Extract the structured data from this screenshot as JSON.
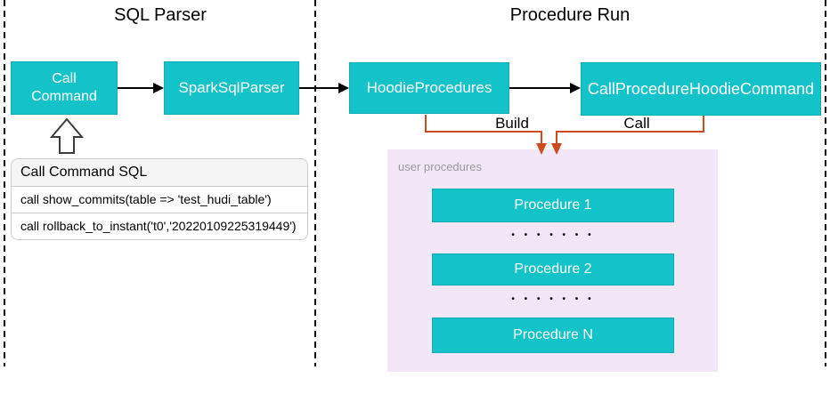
{
  "diagram": {
    "sections": {
      "left_title": "SQL Parser",
      "right_title": "Procedure Run"
    },
    "nodes": {
      "call_command": "Call Command",
      "spark_sql_parser": "SparkSqlParser",
      "hoodie_procedures": "HoodieProcedures",
      "call_procedure_hoodie_command": "CallProcedureHoodieCommand"
    },
    "edges": {
      "build_label": "Build",
      "call_label": "Call"
    },
    "sql_panel": {
      "title": "Call Command SQL",
      "rows": [
        "call show_commits(table => 'test_hudi_table')",
        "call rollback_to_instant('t0','20220109225319449')"
      ]
    },
    "user_procedures": {
      "label": "user procedures",
      "items": [
        "Procedure 1",
        "Procedure 2",
        "Procedure N"
      ],
      "ellipsis": "• • • • • • •"
    },
    "colors": {
      "teal": "#14C2C9",
      "teal-border": "#0FAEB5",
      "orange": "#CE4B1E",
      "lavender": "#F3E7F7",
      "panel-border": "#CCCCCC",
      "header-gray": "#F5F5F5"
    }
  }
}
